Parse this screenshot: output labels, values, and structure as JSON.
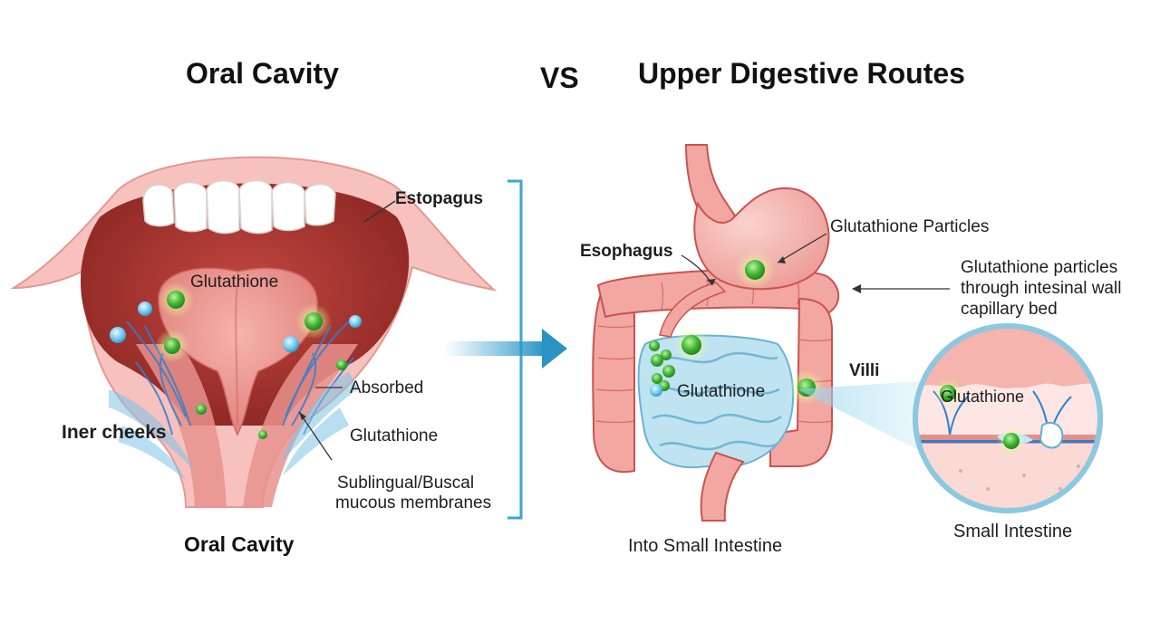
{
  "titles": {
    "left": "Oral Cavity",
    "vs": "VS",
    "right": "Upper Digestive Routes"
  },
  "oral": {
    "estopagus": "Estopagus",
    "glutathione": "Glutathione",
    "absorbed": "Absorbed",
    "glutathione_2": "Glutathione",
    "iner_cheeks": "Iner cheeks",
    "sublingual_line1": "Sublingual/Buscal",
    "sublingual_line2": "mucous membranes",
    "caption": "Oral Cavity"
  },
  "digestive": {
    "esophagus": "Esophagus",
    "particles": "Glutathione Particles",
    "wall_line1": "Glutathione particles",
    "wall_line2": "through intesinal wall",
    "wall_line3": "capillary bed",
    "villi": "Villi",
    "glutathione": "Glutathione",
    "caption": "Into Small Intestine"
  },
  "inset": {
    "glutathione": "Glutathione",
    "caption": "Small Intestine"
  },
  "colors": {
    "tissue": "#f2a7a3",
    "tissue_dark": "#c9534f",
    "intestine": "#bfe3f1",
    "particle": "#5cc24a",
    "arrow": "#3aa6d3",
    "vessel": "#2f7fd0"
  }
}
